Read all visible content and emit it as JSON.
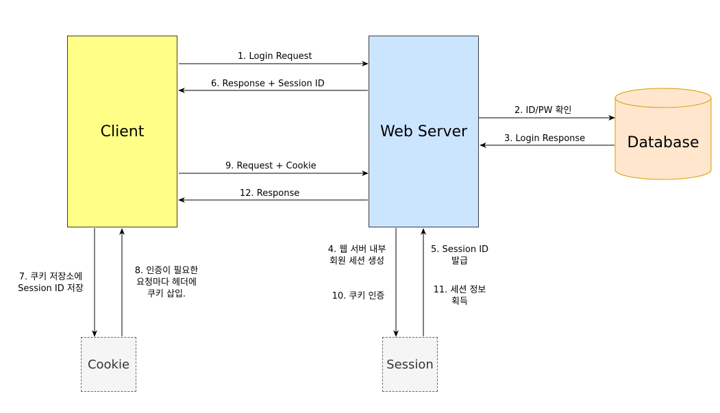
{
  "nodes": {
    "client": "Client",
    "web_server": "Web Server",
    "database": "Database",
    "cookie": "Cookie",
    "session": "Session"
  },
  "edges": {
    "e1": "1. Login Request",
    "e6": "6. Response + Session ID",
    "e9": "9. Request + Cookie",
    "e12": "12. Response",
    "e2": "2. ID/PW 확인",
    "e3": "3. Login Response",
    "e7": [
      "7. 쿠키 저장소에",
      "Session ID 저장"
    ],
    "e8": [
      "8. 인증이 필요한",
      "요청마다 헤더에",
      "쿠키 삽입."
    ],
    "e4": [
      "4. 웹 서버 내부",
      "회원 세션 생성"
    ],
    "e10": "10. 쿠키 인증",
    "e5": [
      "5. Session ID",
      "발급"
    ],
    "e11": [
      "11. 세션 정보",
      "획득"
    ]
  },
  "colors": {
    "client_fill": "#ffff88",
    "server_fill": "#cce5ff",
    "database_fill": "#ffe6cc",
    "database_stroke": "#d79b00",
    "store_fill": "#f5f5f5",
    "store_stroke": "#666666"
  }
}
